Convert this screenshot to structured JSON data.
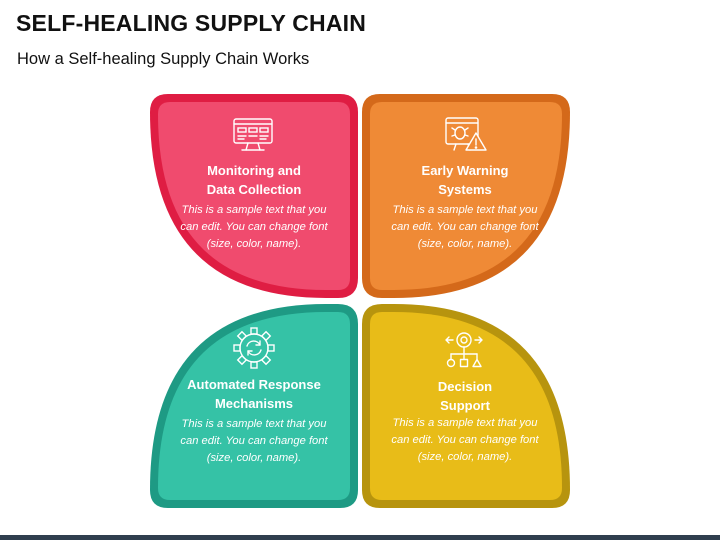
{
  "header": {
    "title": "SELF-HEALING SUPPLY CHAIN",
    "subtitle": "How a Self-healing Supply Chain Works"
  },
  "colors": {
    "monitoring": "#f04b6e",
    "monitoring_border": "#df1d43",
    "warning": "#ef8a36",
    "warning_border": "#d4691a",
    "response": "#35c2a6",
    "response_border": "#1e9a84",
    "decision": "#e8bc18",
    "decision_border": "#b7940e"
  },
  "cards": [
    {
      "icon": "monitor-code-icon",
      "title": "Monitoring and\nData Collection",
      "body": "This is a sample text that you can edit. You can change font (size, color, name)."
    },
    {
      "icon": "alert-monitor-icon",
      "title": "Early Warning\nSystems",
      "body": "This is a sample text that you can edit. You can change font (size, color, name)."
    },
    {
      "icon": "gear-refresh-icon",
      "title": "Automated Response\nMechanisms",
      "body": "This is a sample text that you can edit. You can change font (size, color, name)."
    },
    {
      "icon": "decision-tree-icon",
      "title": "Decision\nSupport",
      "body": "This is a sample text that you can edit. You can change font (size, color, name)."
    }
  ]
}
